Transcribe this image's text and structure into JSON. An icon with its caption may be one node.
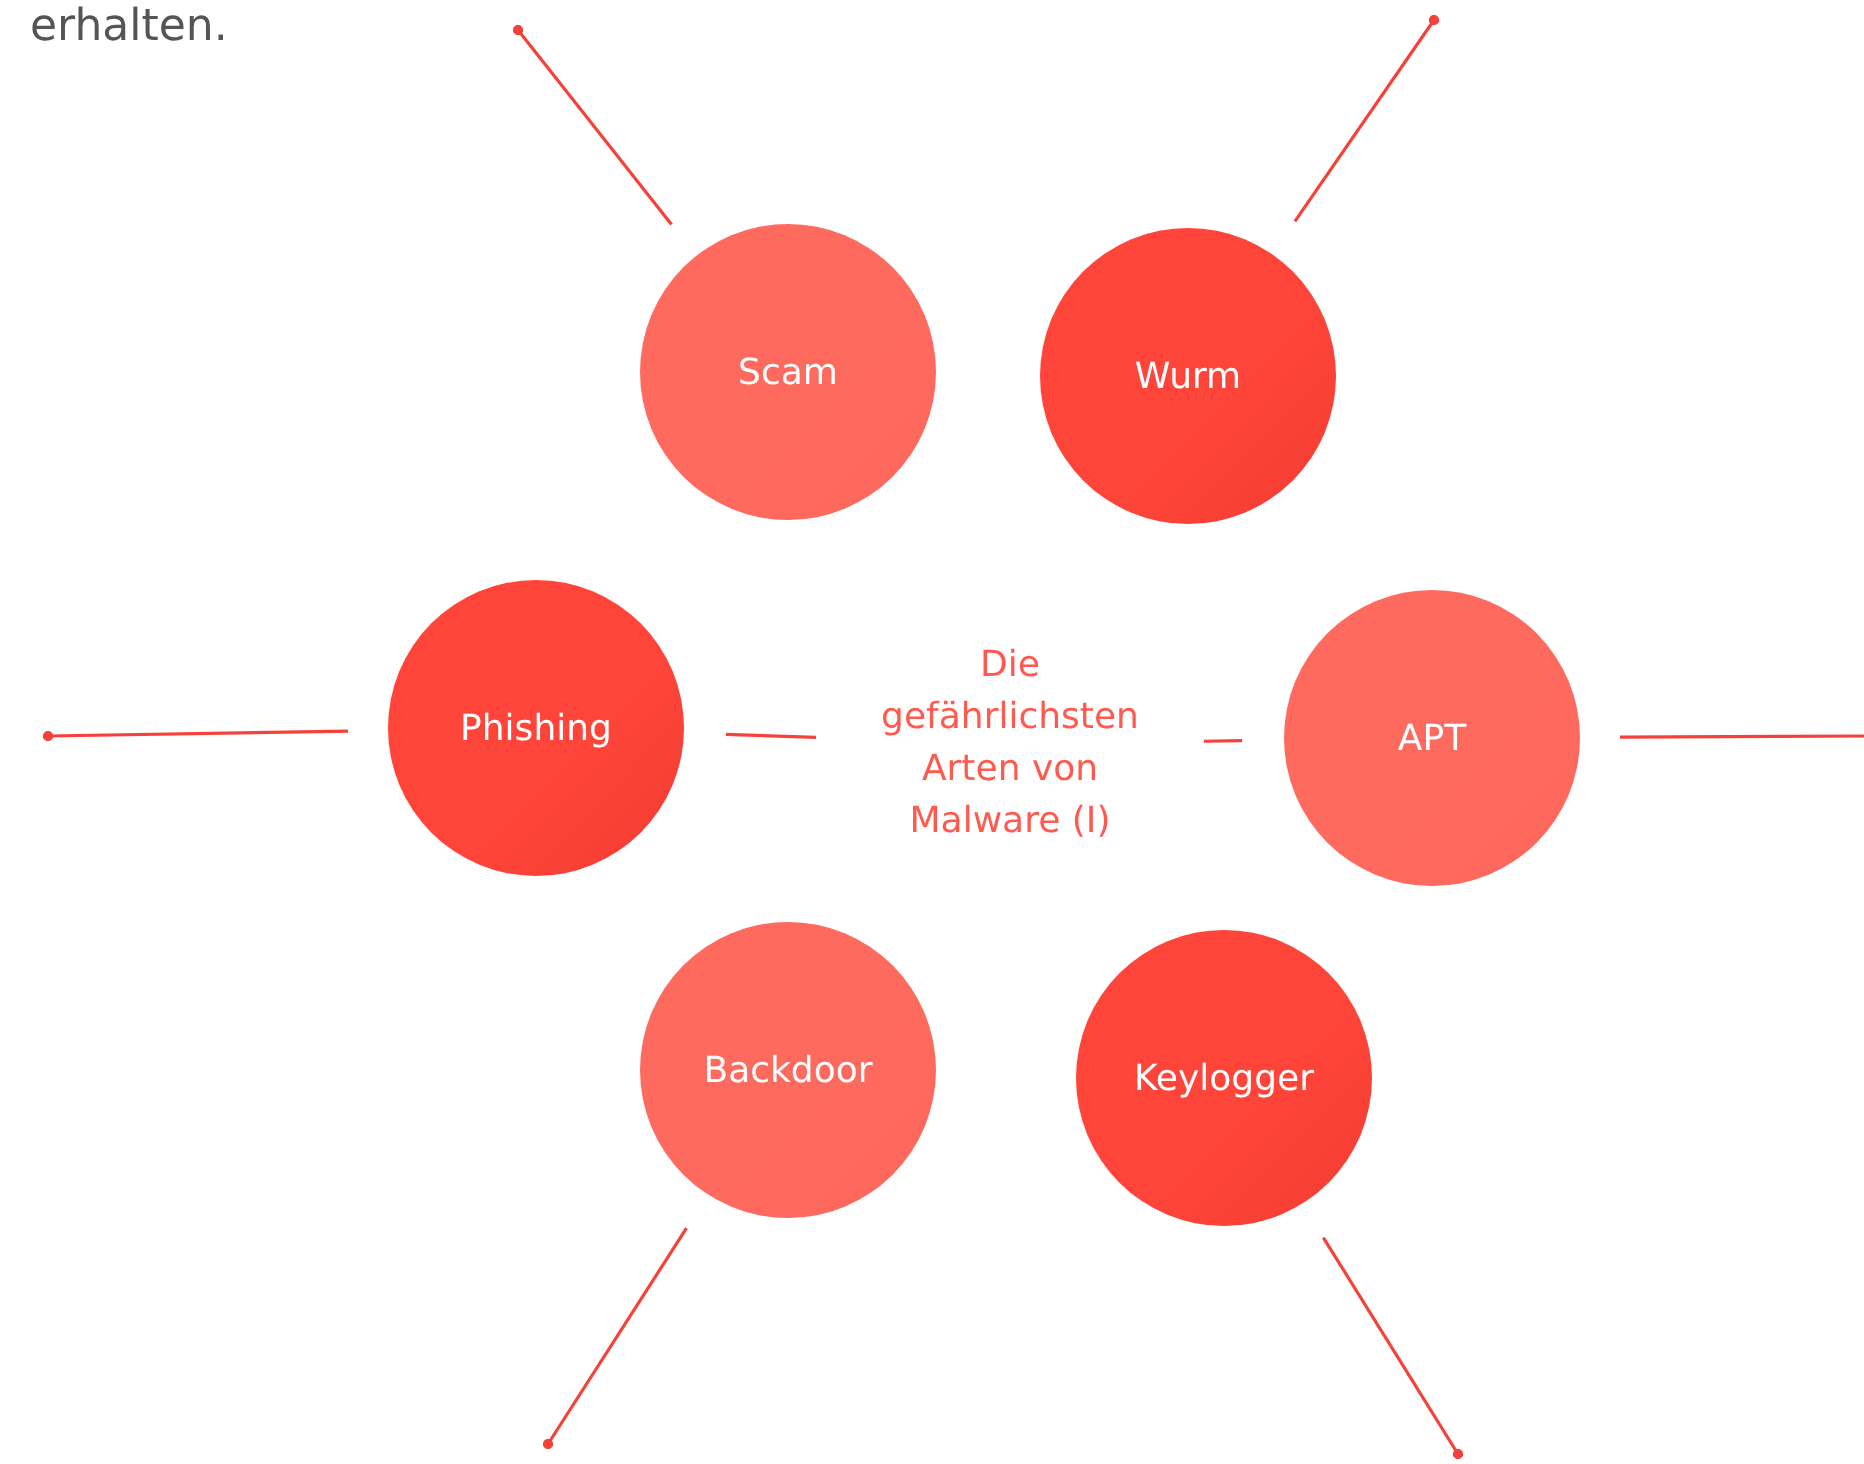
{
  "diagram": {
    "nodes": [
      {
        "text": [
          "Die gefährlichsten Arten von Malware (I)"
        ]
      },
      {
        "text": [
          "Scam"
        ]
      },
      {
        "text": [
          "Wurm"
        ]
      },
      {
        "text": [
          "Phishing"
        ]
      },
      {
        "text": [
          "APT"
        ]
      },
      {
        "text": [
          "Backdoor"
        ]
      },
      {
        "text": [
          "Keylogger"
        ]
      }
    ],
    "edges": [
      {
        "from": 3,
        "to": 0,
        "arrow": "none"
      },
      {
        "from": 0,
        "to": 4,
        "arrow": "none"
      },
      {
        "from": 1,
        "to": null,
        "arrow": "other"
      },
      {
        "from": 2,
        "to": null,
        "arrow": "other"
      },
      {
        "from": 3,
        "to": null,
        "arrow": "other"
      },
      {
        "from": 4,
        "to": null,
        "arrow": "none"
      },
      {
        "from": 5,
        "to": null,
        "arrow": "other"
      },
      {
        "from": 6,
        "to": null,
        "arrow": "other"
      }
    ],
    "labels": [
      "erhalten."
    ]
  }
}
